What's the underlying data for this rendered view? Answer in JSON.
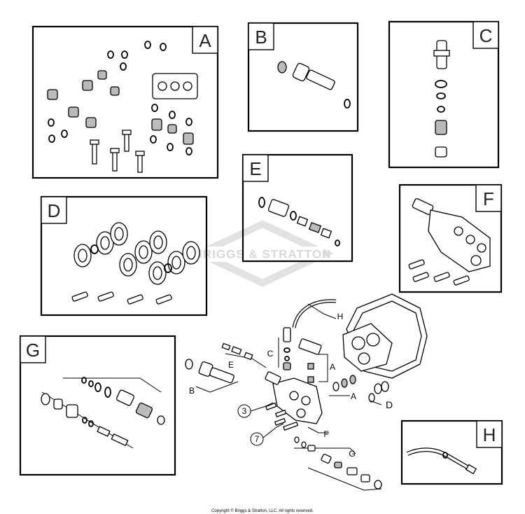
{
  "panels": {
    "a": "A",
    "b": "B",
    "c": "C",
    "d": "D",
    "e": "E",
    "f": "F",
    "g": "G",
    "h": "H"
  },
  "callouts": {
    "a": "A",
    "b": "B",
    "c": "C",
    "d": "D",
    "e": "E",
    "f": "F",
    "g": "G",
    "h": "H",
    "ref_3": "3",
    "ref_7": "7"
  },
  "watermark": "BRIGGS & STRATTON",
  "copyright": "Copyright © Briggs & Stratton, LLC. All rights reserved.",
  "colors": {
    "ink": "#000000",
    "watermark": "#d8d8d8"
  }
}
